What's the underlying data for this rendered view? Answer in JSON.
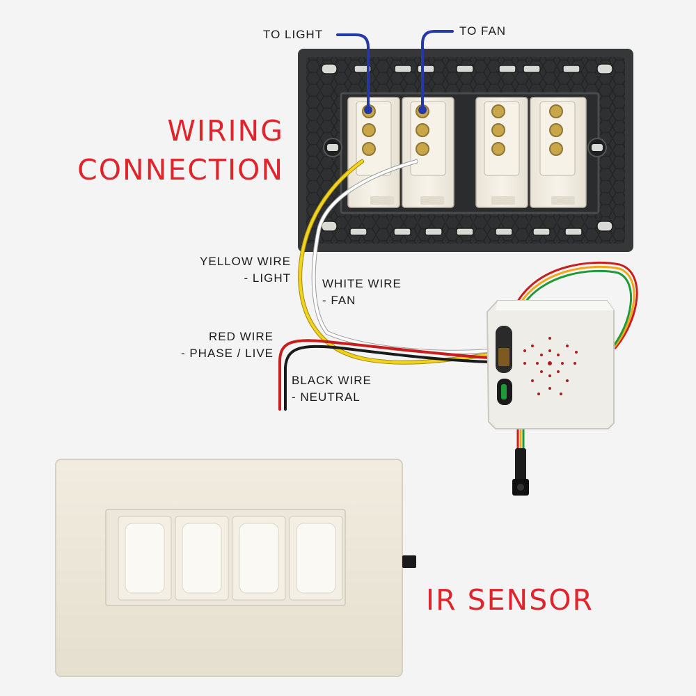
{
  "title": {
    "line1": "WIRING",
    "line2": "CONNECTION"
  },
  "terminals": {
    "light": "TO LIGHT",
    "fan": "TO FAN"
  },
  "wires": {
    "yellow": {
      "name": "YELLOW WIRE",
      "role": "- LIGHT"
    },
    "white": {
      "name": "WHITE WIRE",
      "role": "- FAN"
    },
    "red": {
      "name": "RED WIRE",
      "role": "- PHASE / LIVE"
    },
    "black": {
      "name": "BLACK WIRE",
      "role": "- NEUTRAL"
    }
  },
  "sensor_label": "IR SENSOR",
  "colors": {
    "accent_red": "#e0242b",
    "pointer_blue": "#2438a8",
    "yellow_wire": "#f2d21a",
    "white_wire": "#fdfdfd",
    "red_wire": "#c81e1e",
    "black_wire": "#1a1a1a",
    "panel": "#3a3b3c"
  }
}
